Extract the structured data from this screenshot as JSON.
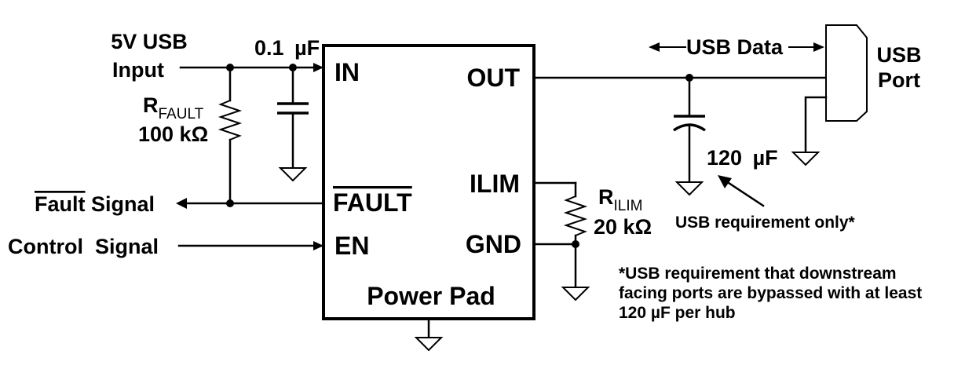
{
  "chip": {
    "pins": {
      "in": "IN",
      "out": "OUT",
      "fault": "FAULT",
      "ilim": "ILIM",
      "en": "EN",
      "gnd": "GND"
    },
    "pad_label": "Power Pad"
  },
  "input": {
    "line1": "5V USB",
    "line2": "Input"
  },
  "cap_in": {
    "value": "0.1",
    "unit": "µF"
  },
  "r_fault": {
    "name": "R",
    "sub": "FAULT",
    "value": "100 kΩ"
  },
  "fault_signal": {
    "name": "Fault",
    "suffix": " Signal"
  },
  "control_signal": {
    "label": "Control  Signal"
  },
  "r_ilim": {
    "name": "R",
    "sub": "ILIM",
    "value": "20 kΩ"
  },
  "cap_out": {
    "value": "120",
    "unit": "µF"
  },
  "usb_data": "USB Data",
  "usb_port": {
    "line1": "USB",
    "line2": "Port"
  },
  "usb_req_callout": "USB requirement only*",
  "footnote": {
    "line1": "*USB requirement that downstream",
    "line2": "facing ports are bypassed with at least",
    "line3": "120 µF per hub"
  }
}
